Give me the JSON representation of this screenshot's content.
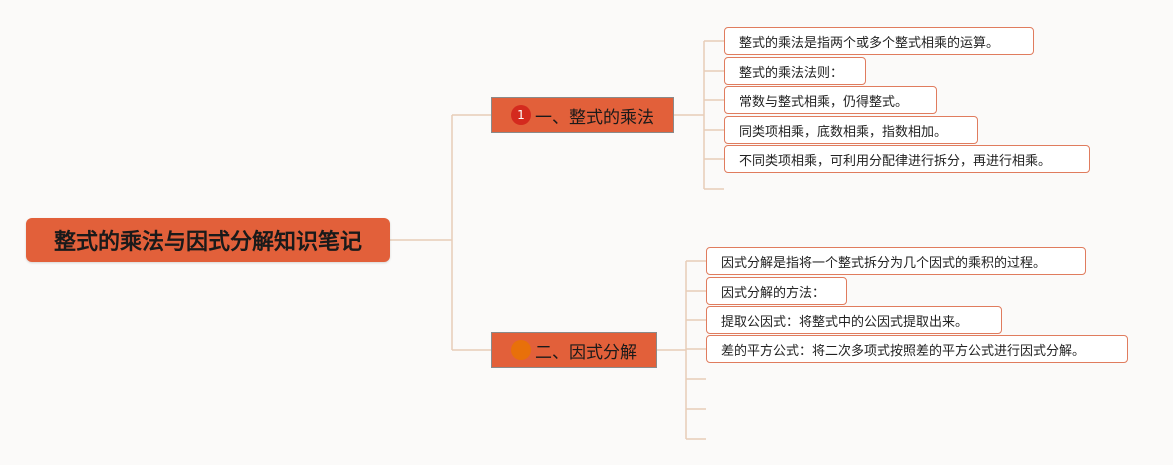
{
  "colors": {
    "background": "#fbfaf9",
    "node_fill": "#e2603a",
    "leaf_border": "#e07c5e",
    "connector": "#e8cdb8",
    "marker_red": "#d42a1e",
    "marker_orange": "#e8700a"
  },
  "root": {
    "title": "整式的乘法与因式分解知识笔记"
  },
  "branches": [
    {
      "marker": {
        "label": "1",
        "color": "#d42a1e"
      },
      "title": "一、整式的乘法",
      "leaves": [
        "整式的乘法是指两个或多个整式相乘的运算。",
        "整式的乘法法则：",
        "常数与整式相乘，仍得整式。",
        "同类项相乘，底数相乘，指数相加。",
        "不同类项相乘，可利用分配律进行拆分，再进行相乘。",
        ""
      ]
    },
    {
      "marker": {
        "label": "",
        "color": "#e8700a"
      },
      "title": "二、因式分解",
      "leaves": [
        "因式分解是指将一个整式拆分为几个因式的乘积的过程。",
        "因式分解的方法：",
        "提取公因式：将整式中的公因式提取出来。",
        "差的平方公式：将二次多项式按照差的平方公式进行因式分解。",
        "",
        "",
        ""
      ]
    }
  ]
}
